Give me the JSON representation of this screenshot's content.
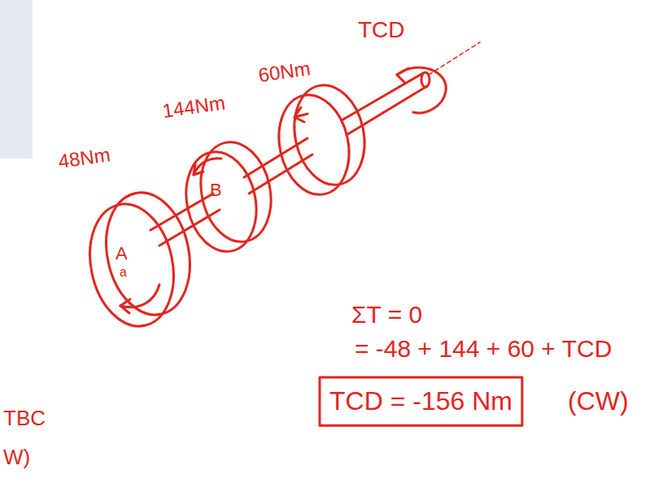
{
  "diagram": {
    "labels": [
      "TCD",
      "60Nm",
      "144Nm",
      "48Nm",
      "A",
      "a",
      "B",
      "ΣT = 0",
      "= -48 + 144 + 60 + TCD",
      "TCD = -156 Nm",
      "(CW)",
      "TBC",
      "W)"
    ]
  }
}
